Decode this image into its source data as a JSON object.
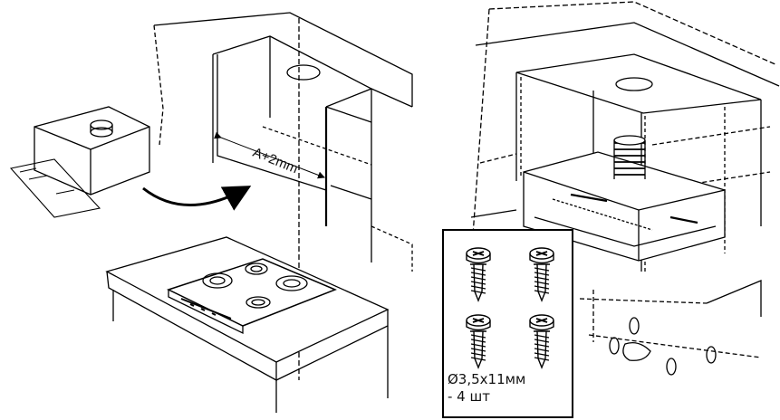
{
  "left_illustration": {
    "dimension_label": "A+2mm"
  },
  "right_illustration": {
    "screw_spec": {
      "size": "Ø3,5x11мм",
      "count": "- 4 шт"
    },
    "screw_count": 4
  }
}
